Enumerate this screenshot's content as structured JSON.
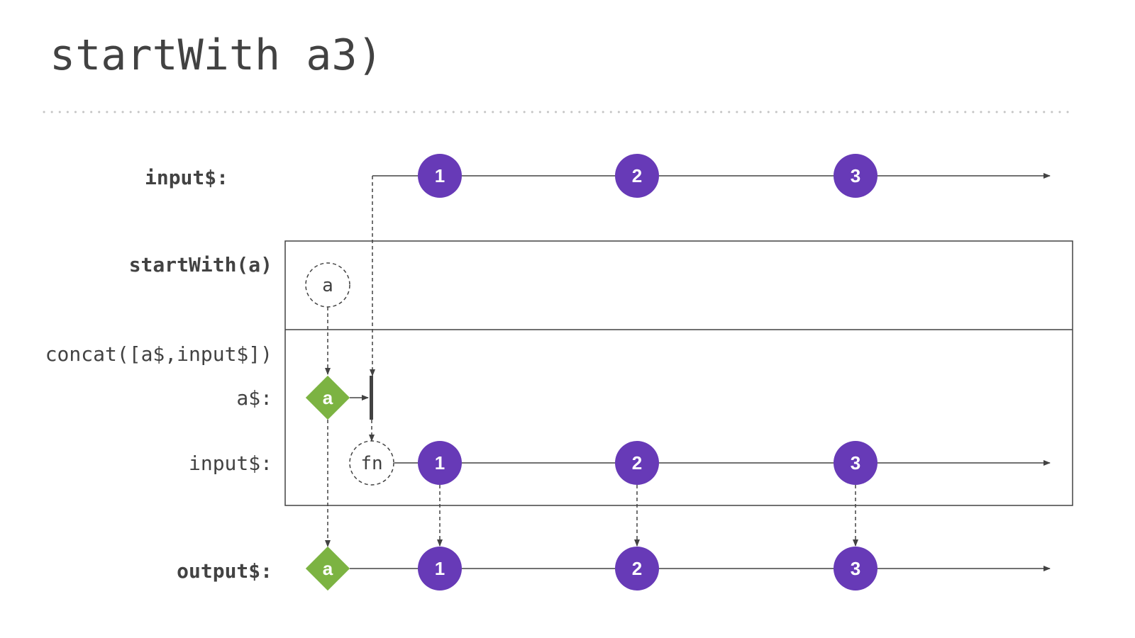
{
  "title": "startWith a3)",
  "colors": {
    "event": "#673AB7",
    "start_value": "#7CB342",
    "text": "#424242"
  },
  "labels": {
    "input_top": "input$:",
    "operator": "startWith(a)",
    "inner_operator": "concat([a$,input$])",
    "a_stream": "a$:",
    "input_inner": "input$:",
    "output": "output$:"
  },
  "placeholders": {
    "start_value": "a",
    "fn": "fn"
  },
  "streams": {
    "input_top": [
      "1",
      "2",
      "3"
    ],
    "a_stream": [
      "a"
    ],
    "input_inner": [
      "1",
      "2",
      "3"
    ],
    "output": [
      "a",
      "1",
      "2",
      "3"
    ]
  }
}
